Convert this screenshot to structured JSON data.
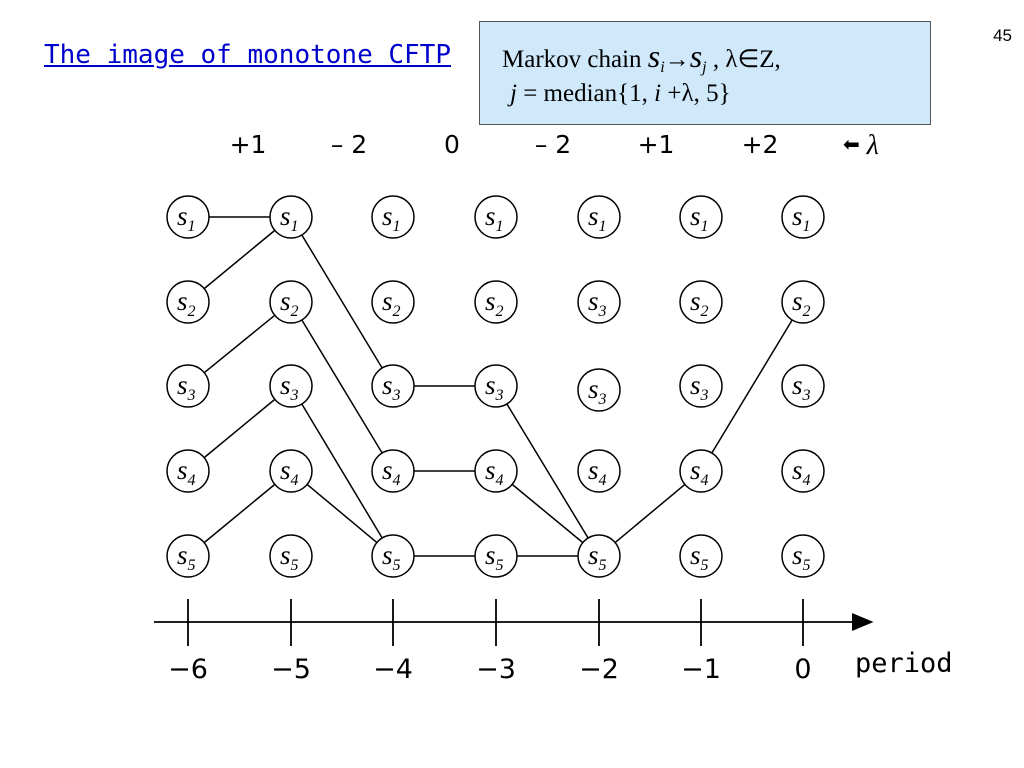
{
  "slide": {
    "title": "The image of monotone CFTP",
    "number": "45"
  },
  "callout": {
    "line1_prefix": "Markov chain ",
    "state_symbol": "s",
    "from_index": "i",
    "arrow": "→",
    "to_index": "j",
    "line1_suffix": " , λ∈Z,",
    "line2_var": "j",
    "line2_eq": " = median{1,  ",
    "line2_i": "i",
    "line2_rest": " +λ, 5}"
  },
  "lambdas": [
    "+1",
    "– 2",
    "0",
    "– 2",
    "+1",
    "+2"
  ],
  "lambda_key": {
    "arrow": "⬅",
    "symbol": "λ"
  },
  "periods": [
    "−6",
    "−5",
    "−4",
    "−3",
    "−2",
    "−1",
    "0"
  ],
  "period_axis_label": "period",
  "states": [
    {
      "symbol": "s",
      "index": "1"
    },
    {
      "symbol": "s",
      "index": "2"
    },
    {
      "symbol": "s",
      "index": "3"
    },
    {
      "symbol": "s",
      "index": "4"
    },
    {
      "symbol": "s",
      "index": "5"
    }
  ],
  "column_state_labels": [
    [
      "1",
      "2",
      "3",
      "4",
      "5"
    ],
    [
      "1",
      "2",
      "3",
      "4",
      "5"
    ],
    [
      "1",
      "2",
      "3",
      "4",
      "5"
    ],
    [
      "1",
      "2",
      "3",
      "4",
      "5"
    ],
    [
      "1",
      "3",
      "3",
      "4",
      "5"
    ],
    [
      "1",
      "2",
      "3",
      "4",
      "5"
    ],
    [
      "1",
      "2",
      "3",
      "4",
      "5"
    ]
  ],
  "transitions": [
    {
      "from_col": 0,
      "from_state": 1,
      "to_state": 1
    },
    {
      "from_col": 0,
      "from_state": 2,
      "to_state": 1
    },
    {
      "from_col": 0,
      "from_state": 3,
      "to_state": 2
    },
    {
      "from_col": 0,
      "from_state": 4,
      "to_state": 3
    },
    {
      "from_col": 0,
      "from_state": 5,
      "to_state": 4
    },
    {
      "from_col": 1,
      "from_state": 1,
      "to_state": 3
    },
    {
      "from_col": 1,
      "from_state": 2,
      "to_state": 4
    },
    {
      "from_col": 1,
      "from_state": 3,
      "to_state": 5
    },
    {
      "from_col": 1,
      "from_state": 4,
      "to_state": 5
    },
    {
      "from_col": 2,
      "from_state": 3,
      "to_state": 3
    },
    {
      "from_col": 2,
      "from_state": 4,
      "to_state": 4
    },
    {
      "from_col": 2,
      "from_state": 5,
      "to_state": 5
    },
    {
      "from_col": 3,
      "from_state": 3,
      "to_state": 5
    },
    {
      "from_col": 3,
      "from_state": 4,
      "to_state": 5
    },
    {
      "from_col": 3,
      "from_state": 5,
      "to_state": 5
    },
    {
      "from_col": 4,
      "from_state": 5,
      "to_state": 4
    },
    {
      "from_col": 5,
      "from_state": 4,
      "to_state": 2
    }
  ],
  "colors": {
    "title": "#0000cc",
    "callout_fill": "#cfe9fb",
    "ink": "#000000"
  }
}
